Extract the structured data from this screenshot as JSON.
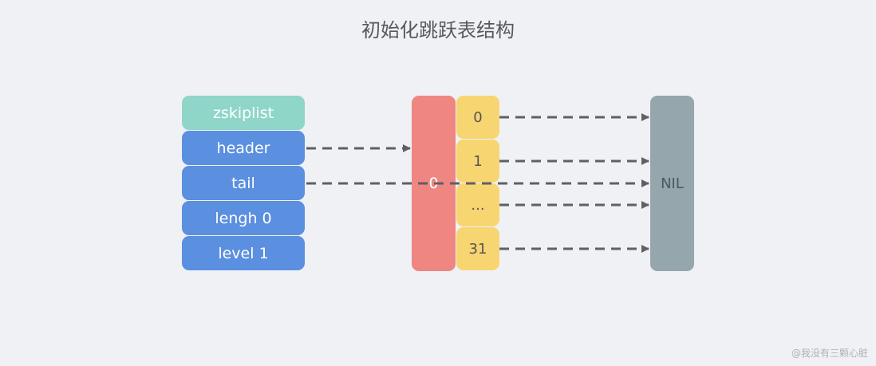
{
  "title": "初始化跳跃表结构",
  "zskiplist": {
    "head_label": "zskiplist",
    "fields": [
      "header",
      "tail",
      "lengh 0",
      "level 1"
    ]
  },
  "header_node": {
    "score_label": "0",
    "levels": [
      "0",
      "1",
      "...",
      "31"
    ]
  },
  "nil_label": "NIL",
  "watermark": "@我没有三颗心脏",
  "colors": {
    "background": "#f0f1f5",
    "zskiplist_head": "#8fd6c9",
    "zskiplist_field": "#5b8fe0",
    "node": "#ef8682",
    "level": "#f7d571",
    "nil": "#95a6ad",
    "arrow": "#5f6063"
  }
}
